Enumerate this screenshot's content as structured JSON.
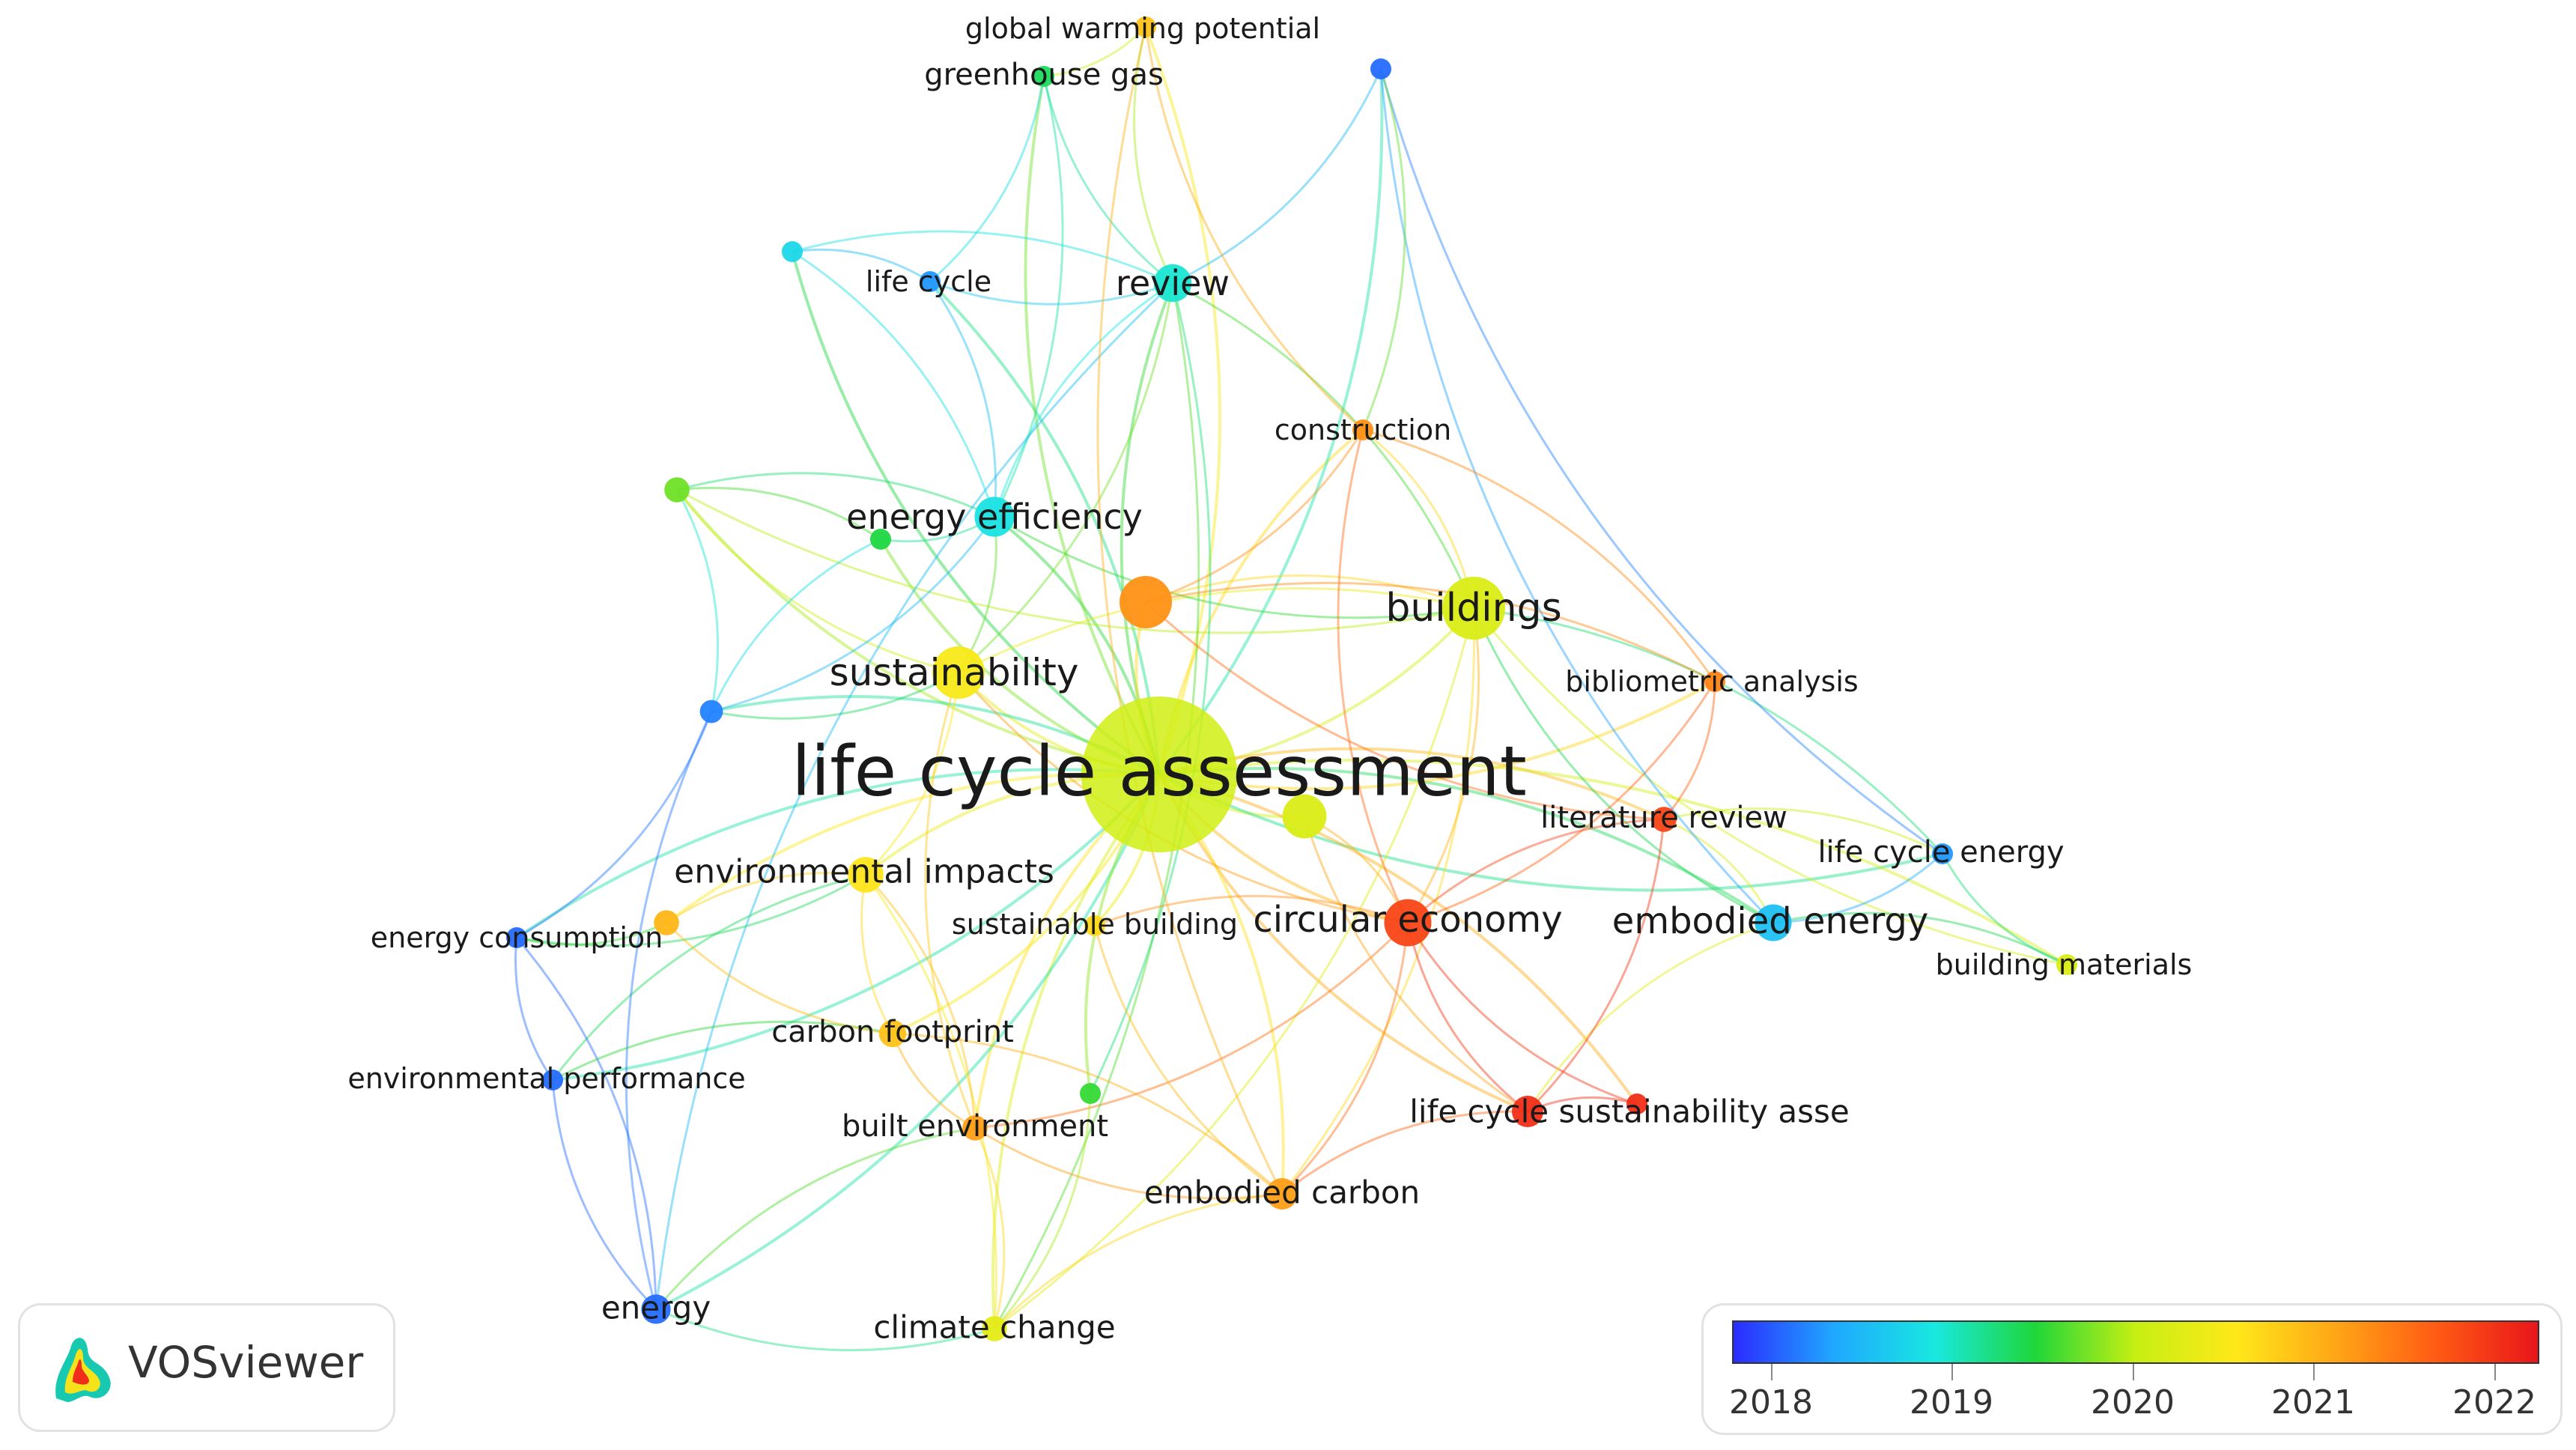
{
  "app": "VOSviewer",
  "legend": {
    "years": [
      "2018",
      "2019",
      "2020",
      "2021",
      "2022"
    ],
    "colors": [
      "#2b2bff",
      "#1fa8ff",
      "#19e8e0",
      "#1fd63a",
      "#c6ef12",
      "#ffe81a",
      "#ffa516",
      "#ff5a14",
      "#e8161a"
    ]
  },
  "nodes": [
    {
      "id": "lca",
      "label": "life cycle assessment",
      "year": 2020.0,
      "weight": 10
    },
    {
      "id": "buildings",
      "label": "buildings",
      "year": 2020.1,
      "weight": 6
    },
    {
      "id": "sustainability",
      "label": "sustainability",
      "year": 2020.4,
      "weight": 5
    },
    {
      "id": "circular",
      "label": "circular economy",
      "year": 2021.8,
      "weight": 4.5
    },
    {
      "id": "embodied_energy",
      "label": "embodied energy",
      "year": 2018.4,
      "weight": 3.5
    },
    {
      "id": "energy_eff",
      "label": "energy efficiency",
      "year": 2018.7,
      "weight": 3.8
    },
    {
      "id": "review",
      "label": "review",
      "year": 2018.8,
      "weight": 3.6
    },
    {
      "id": "env_impacts",
      "label": "environmental impacts",
      "year": 2020.5,
      "weight": 3.4
    },
    {
      "id": "unlabeled_orange",
      "label": "",
      "year": 2021.2,
      "weight": 5
    },
    {
      "id": "unlabeled_green",
      "label": "",
      "year": 2020.1,
      "weight": 4.2
    },
    {
      "id": "literature_review",
      "label": "literature review",
      "year": 2021.8,
      "weight": 2.4
    },
    {
      "id": "lcsa",
      "label": "life cycle sustainability asse",
      "year": 2022.0,
      "weight": 3
    },
    {
      "id": "embodied_carbon",
      "label": "embodied carbon",
      "year": 2021.1,
      "weight": 3
    },
    {
      "id": "built_env",
      "label": "built environment",
      "year": 2021.1,
      "weight": 2.4
    },
    {
      "id": "carbon_fp",
      "label": "carbon footprint",
      "year": 2020.8,
      "weight": 2.6
    },
    {
      "id": "climate_change",
      "label": "climate change",
      "year": 2020.2,
      "weight": 2.4
    },
    {
      "id": "energy",
      "label": "energy",
      "year": 2017.9,
      "weight": 2.8
    },
    {
      "id": "energy_cons",
      "label": "energy consumption",
      "year": 2017.9,
      "weight": 1.8
    },
    {
      "id": "env_perf",
      "label": "environmental performance",
      "year": 2017.9,
      "weight": 1.8
    },
    {
      "id": "lce",
      "label": "life cycle energy",
      "year": 2018.1,
      "weight": 2
    },
    {
      "id": "building_mat",
      "label": "building materials",
      "year": 2020.1,
      "weight": 2
    },
    {
      "id": "biblio",
      "label": "bibliometric analysis",
      "year": 2021.3,
      "weight": 1.8
    },
    {
      "id": "construction",
      "label": "construction",
      "year": 2021.2,
      "weight": 2
    },
    {
      "id": "life_cycle",
      "label": "life cycle",
      "year": 2018.1,
      "weight": 2
    },
    {
      "id": "ghg",
      "label": "greenhouse gas",
      "year": 2019.2,
      "weight": 2
    },
    {
      "id": "gwp",
      "label": "global warming potential",
      "year": 2020.8,
      "weight": 1.6
    },
    {
      "id": "sustainable_building",
      "label": "sustainable building",
      "year": 2020.6,
      "weight": 1.6
    },
    {
      "id": "yellow_left",
      "label": "",
      "year": 2020.9,
      "weight": 2.4
    },
    {
      "id": "teal_left",
      "label": "",
      "year": 2019.6,
      "weight": 2.4
    },
    {
      "id": "purple_left",
      "label": "",
      "year": 2018.0,
      "weight": 2.2
    },
    {
      "id": "blue_topleft",
      "label": "",
      "year": 2018.6,
      "weight": 2
    },
    {
      "id": "purple_topright",
      "label": "",
      "year": 2017.9,
      "weight": 1.8
    },
    {
      "id": "cyan_small",
      "label": "",
      "year": 2019.3,
      "weight": 2
    },
    {
      "id": "cyan_bottom",
      "label": "",
      "year": 2019.4,
      "weight": 2
    },
    {
      "id": "red_small",
      "label": "",
      "year": 2022.0,
      "weight": 2
    }
  ],
  "links": [
    [
      "lca",
      "buildings"
    ],
    [
      "lca",
      "sustainability"
    ],
    [
      "lca",
      "circular"
    ],
    [
      "lca",
      "embodied_energy"
    ],
    [
      "lca",
      "energy_eff"
    ],
    [
      "lca",
      "review"
    ],
    [
      "lca",
      "env_impacts"
    ],
    [
      "lca",
      "unlabeled_orange"
    ],
    [
      "lca",
      "unlabeled_green"
    ],
    [
      "lca",
      "literature_review"
    ],
    [
      "lca",
      "lcsa"
    ],
    [
      "lca",
      "embodied_carbon"
    ],
    [
      "lca",
      "built_env"
    ],
    [
      "lca",
      "carbon_fp"
    ],
    [
      "lca",
      "climate_change"
    ],
    [
      "lca",
      "energy"
    ],
    [
      "lca",
      "energy_cons"
    ],
    [
      "lca",
      "env_perf"
    ],
    [
      "lca",
      "lce"
    ],
    [
      "lca",
      "building_mat"
    ],
    [
      "lca",
      "biblio"
    ],
    [
      "lca",
      "construction"
    ],
    [
      "lca",
      "life_cycle"
    ],
    [
      "lca",
      "ghg"
    ],
    [
      "lca",
      "gwp"
    ],
    [
      "lca",
      "sustainable_building"
    ],
    [
      "lca",
      "yellow_left"
    ],
    [
      "lca",
      "teal_left"
    ],
    [
      "lca",
      "purple_left"
    ],
    [
      "lca",
      "blue_topleft"
    ],
    [
      "lca",
      "purple_topright"
    ],
    [
      "lca",
      "cyan_small"
    ],
    [
      "lca",
      "cyan_bottom"
    ],
    [
      "lca",
      "red_small"
    ],
    [
      "buildings",
      "sustainability"
    ],
    [
      "buildings",
      "circular"
    ],
    [
      "buildings",
      "embodied_energy"
    ],
    [
      "buildings",
      "energy_eff"
    ],
    [
      "buildings",
      "review"
    ],
    [
      "buildings",
      "lce"
    ],
    [
      "buildings",
      "building_mat"
    ],
    [
      "buildings",
      "teal_left"
    ],
    [
      "buildings",
      "construction"
    ],
    [
      "buildings",
      "embodied_carbon"
    ],
    [
      "buildings",
      "unlabeled_orange"
    ],
    [
      "buildings",
      "climate_change"
    ],
    [
      "sustainability",
      "energy_eff"
    ],
    [
      "sustainability",
      "env_impacts"
    ],
    [
      "sustainability",
      "review"
    ],
    [
      "sustainability",
      "teal_left"
    ],
    [
      "sustainability",
      "circular"
    ],
    [
      "sustainability",
      "purple_left"
    ],
    [
      "sustainability",
      "built_env"
    ],
    [
      "circular",
      "literature_review"
    ],
    [
      "circular",
      "lcsa"
    ],
    [
      "circular",
      "embodied_carbon"
    ],
    [
      "circular",
      "biblio"
    ],
    [
      "circular",
      "built_env"
    ],
    [
      "circular",
      "red_small"
    ],
    [
      "circular",
      "construction"
    ],
    [
      "embodied_energy",
      "lce"
    ],
    [
      "embodied_energy",
      "building_mat"
    ],
    [
      "embodied_energy",
      "literature_review"
    ],
    [
      "embodied_energy",
      "purple_topright"
    ],
    [
      "embodied_energy",
      "lcsa"
    ],
    [
      "energy_eff",
      "review"
    ],
    [
      "energy_eff",
      "teal_left"
    ],
    [
      "energy_eff",
      "purple_left"
    ],
    [
      "energy_eff",
      "life_cycle"
    ],
    [
      "energy_eff",
      "cyan_small"
    ],
    [
      "energy_eff",
      "ghg"
    ],
    [
      "review",
      "life_cycle"
    ],
    [
      "review",
      "blue_topleft"
    ],
    [
      "review",
      "ghg"
    ],
    [
      "review",
      "purple_topright"
    ],
    [
      "review",
      "gwp"
    ],
    [
      "review",
      "energy"
    ],
    [
      "review",
      "climate_change"
    ],
    [
      "env_impacts",
      "yellow_left"
    ],
    [
      "env_impacts",
      "energy_cons"
    ],
    [
      "env_impacts",
      "env_perf"
    ],
    [
      "env_impacts",
      "climate_change"
    ],
    [
      "env_impacts",
      "carbon_fp"
    ],
    [
      "env_impacts",
      "built_env"
    ],
    [
      "purple_left",
      "teal_left"
    ],
    [
      "purple_left",
      "energy_cons"
    ],
    [
      "purple_left",
      "energy"
    ],
    [
      "purple_left",
      "cyan_small"
    ],
    [
      "energy_cons",
      "env_perf"
    ],
    [
      "energy_cons",
      "energy"
    ],
    [
      "env_perf",
      "energy"
    ],
    [
      "env_perf",
      "carbon_fp"
    ],
    [
      "energy",
      "climate_change"
    ],
    [
      "energy",
      "built_env"
    ],
    [
      "climate_change",
      "built_env"
    ],
    [
      "climate_change",
      "embodied_carbon"
    ],
    [
      "carbon_fp",
      "built_env"
    ],
    [
      "carbon_fp",
      "embodied_carbon"
    ],
    [
      "built_env",
      "embodied_carbon"
    ],
    [
      "embodied_carbon",
      "lcsa"
    ],
    [
      "lcsa",
      "literature_review"
    ],
    [
      "lcsa",
      "red_small"
    ],
    [
      "literature_review",
      "biblio"
    ],
    [
      "literature_review",
      "lce"
    ],
    [
      "lce",
      "building_mat"
    ],
    [
      "lce",
      "purple_topright"
    ],
    [
      "biblio",
      "construction"
    ],
    [
      "construction",
      "gwp"
    ],
    [
      "ghg",
      "gwp"
    ],
    [
      "ghg",
      "life_cycle"
    ],
    [
      "life_cycle",
      "blue_topleft"
    ],
    [
      "blue_topleft",
      "energy_eff"
    ],
    [
      "unlabeled_orange",
      "construction"
    ],
    [
      "unlabeled_orange",
      "biblio"
    ],
    [
      "unlabeled_orange",
      "literature_review"
    ],
    [
      "unlabeled_green",
      "circular"
    ],
    [
      "unlabeled_green",
      "lcsa"
    ],
    [
      "cyan_bottom",
      "climate_change"
    ],
    [
      "cyan_bottom",
      "review"
    ],
    [
      "sustainable_building",
      "circular"
    ],
    [
      "sustainable_building",
      "embodied_carbon"
    ],
    [
      "yellow_left",
      "energy_cons"
    ],
    [
      "yellow_left",
      "carbon_fp"
    ],
    [
      "teal_left",
      "cyan_small"
    ],
    [
      "gwp",
      "embodied_carbon"
    ],
    [
      "purple_topright",
      "construction"
    ]
  ]
}
